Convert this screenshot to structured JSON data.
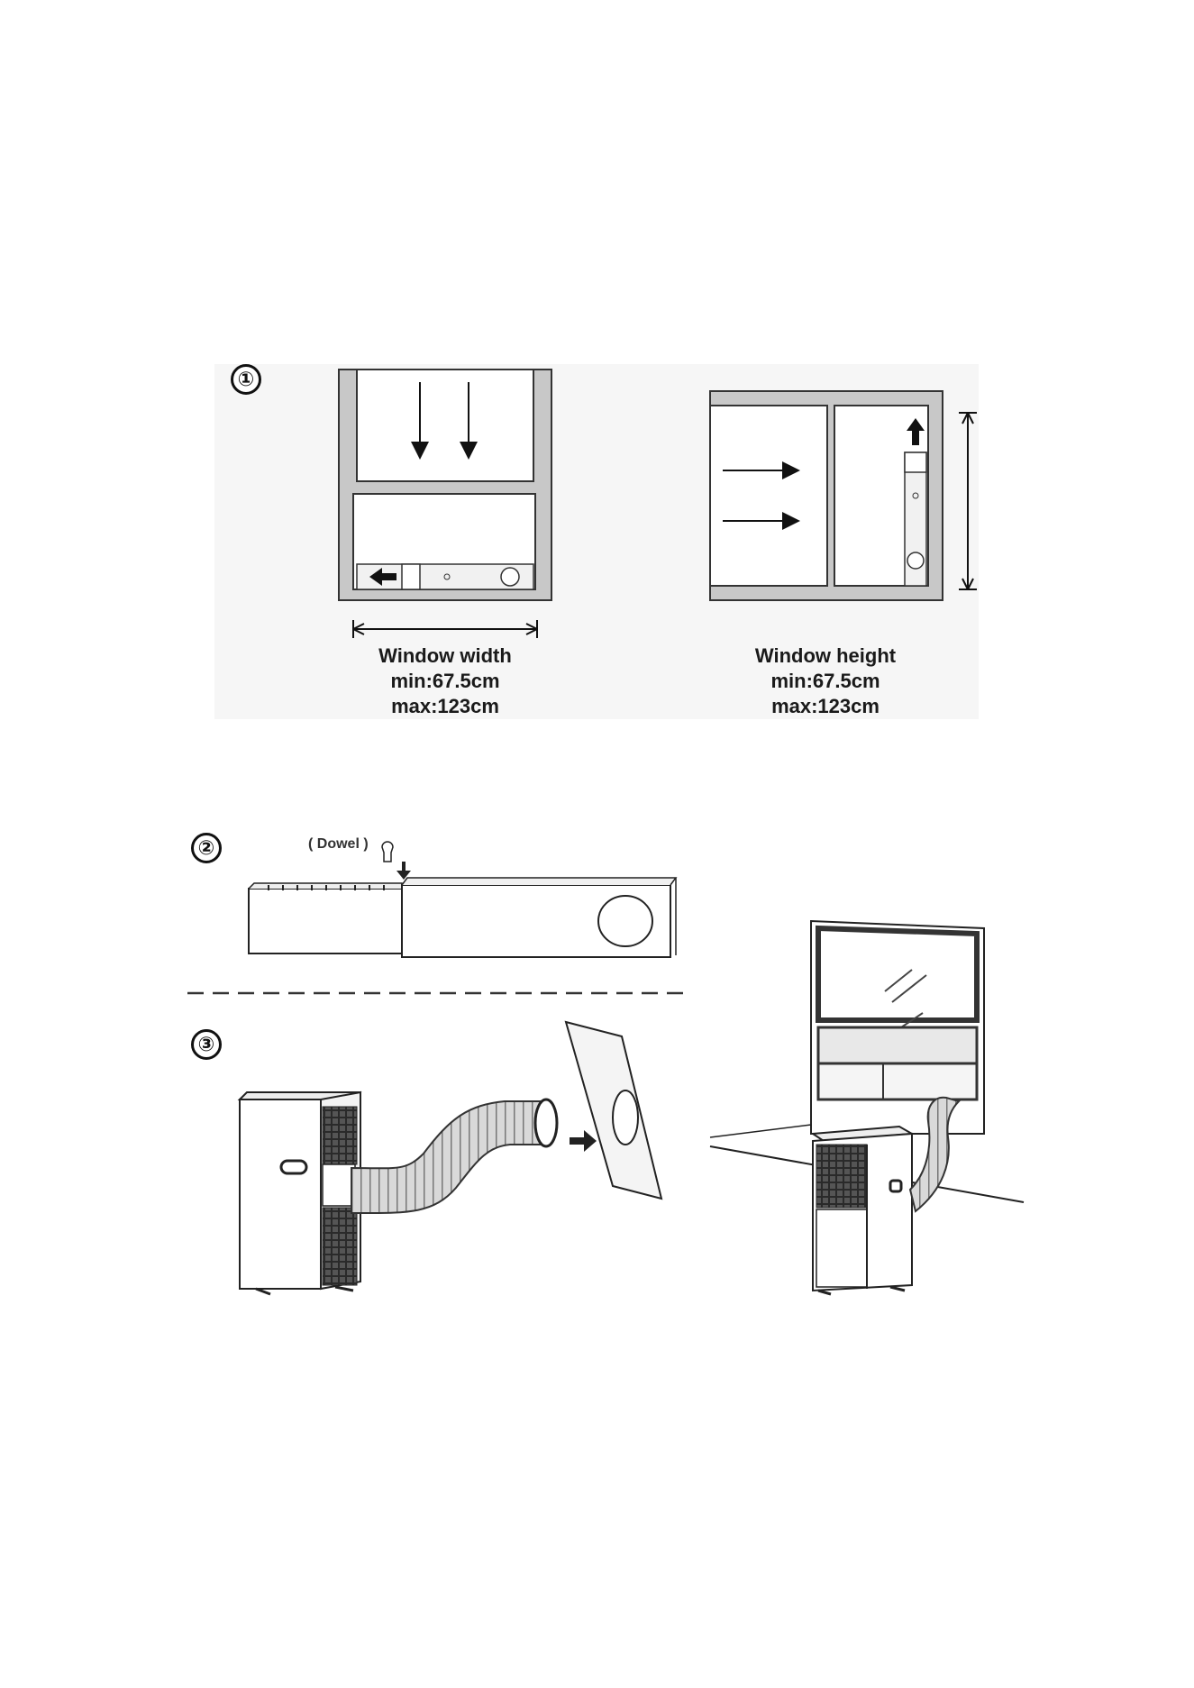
{
  "steps": [
    "①",
    "②",
    "③"
  ],
  "step1": {
    "width_label": {
      "title": "Window width",
      "min": "min:67.5cm",
      "max": "max:123cm"
    },
    "height_label": {
      "title": "Window height",
      "min": "min:67.5cm",
      "max": "max:123cm"
    }
  },
  "step2": {
    "dowel_label": "( Dowel )"
  }
}
